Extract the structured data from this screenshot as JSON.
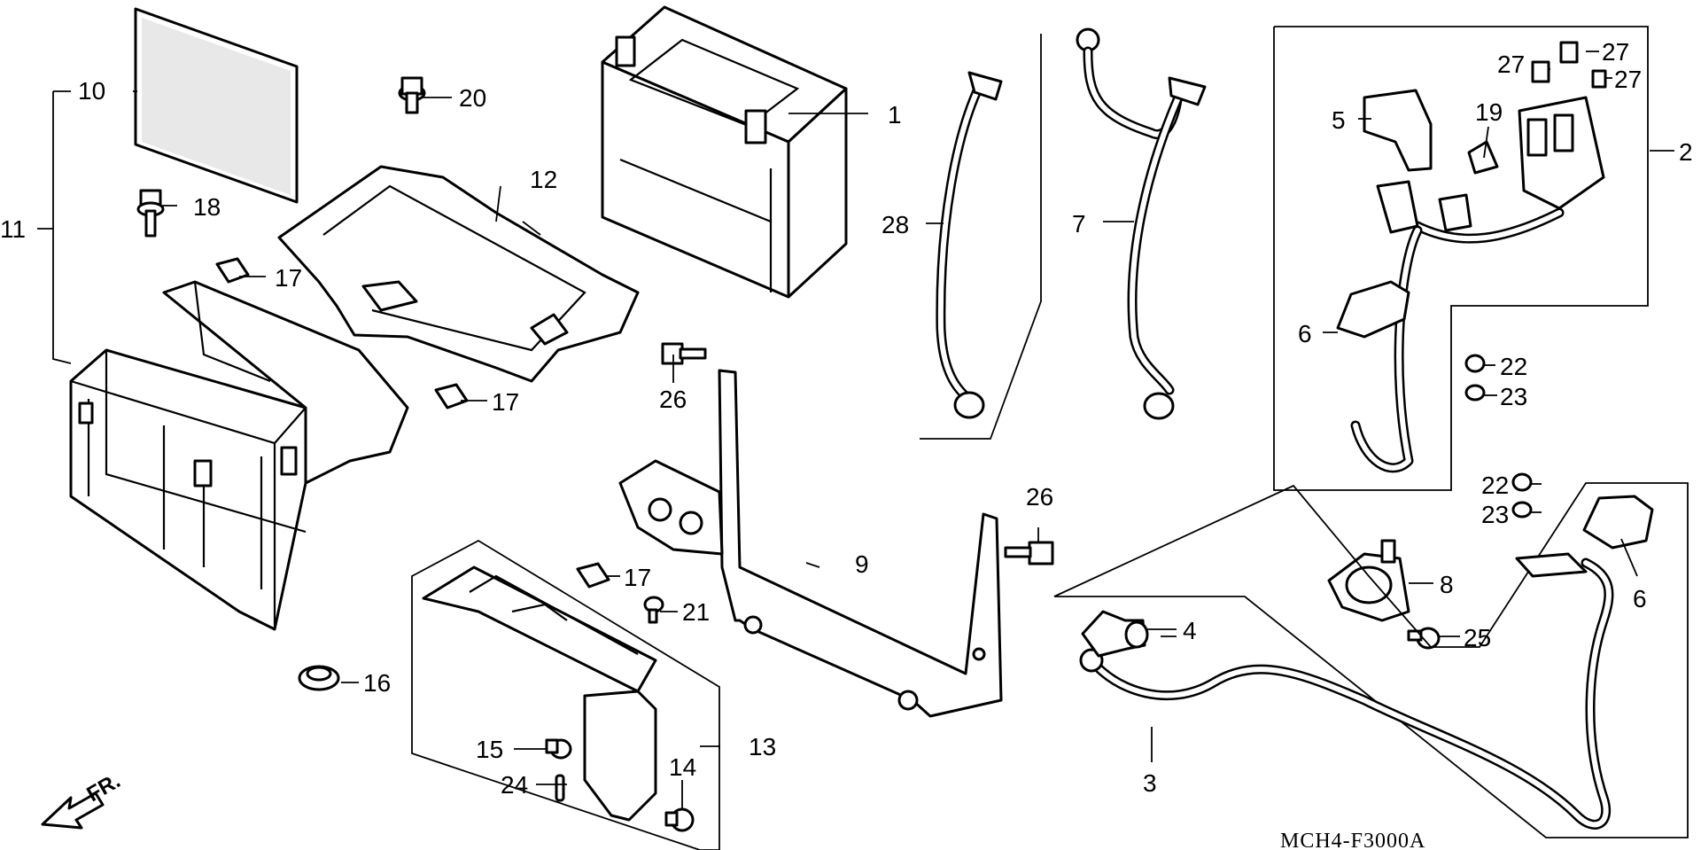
{
  "diagram": {
    "code": "MCH4-F3000A",
    "direction_label": "FR.",
    "callouts": [
      {
        "id": "c1",
        "label": "1"
      },
      {
        "id": "c2",
        "label": "2"
      },
      {
        "id": "c3",
        "label": "3"
      },
      {
        "id": "c4",
        "label": "4"
      },
      {
        "id": "c5",
        "label": "5"
      },
      {
        "id": "c6a",
        "label": "6"
      },
      {
        "id": "c6b",
        "label": "6"
      },
      {
        "id": "c7",
        "label": "7"
      },
      {
        "id": "c8",
        "label": "8"
      },
      {
        "id": "c9",
        "label": "9"
      },
      {
        "id": "c10",
        "label": "10"
      },
      {
        "id": "c11",
        "label": "11"
      },
      {
        "id": "c12",
        "label": "12"
      },
      {
        "id": "c13",
        "label": "13"
      },
      {
        "id": "c14",
        "label": "14"
      },
      {
        "id": "c15",
        "label": "15"
      },
      {
        "id": "c16",
        "label": "16"
      },
      {
        "id": "c17a",
        "label": "17"
      },
      {
        "id": "c17b",
        "label": "17"
      },
      {
        "id": "c17c",
        "label": "17"
      },
      {
        "id": "c18",
        "label": "18"
      },
      {
        "id": "c19",
        "label": "19"
      },
      {
        "id": "c20",
        "label": "20"
      },
      {
        "id": "c21",
        "label": "21"
      },
      {
        "id": "c22a",
        "label": "22"
      },
      {
        "id": "c22b",
        "label": "22"
      },
      {
        "id": "c23a",
        "label": "23"
      },
      {
        "id": "c23b",
        "label": "23"
      },
      {
        "id": "c24",
        "label": "24"
      },
      {
        "id": "c25",
        "label": "25"
      },
      {
        "id": "c26a",
        "label": "26"
      },
      {
        "id": "c26b",
        "label": "26"
      },
      {
        "id": "c27a",
        "label": "27"
      },
      {
        "id": "c27b",
        "label": "27"
      },
      {
        "id": "c27c",
        "label": "27"
      },
      {
        "id": "c28",
        "label": "28"
      }
    ]
  }
}
